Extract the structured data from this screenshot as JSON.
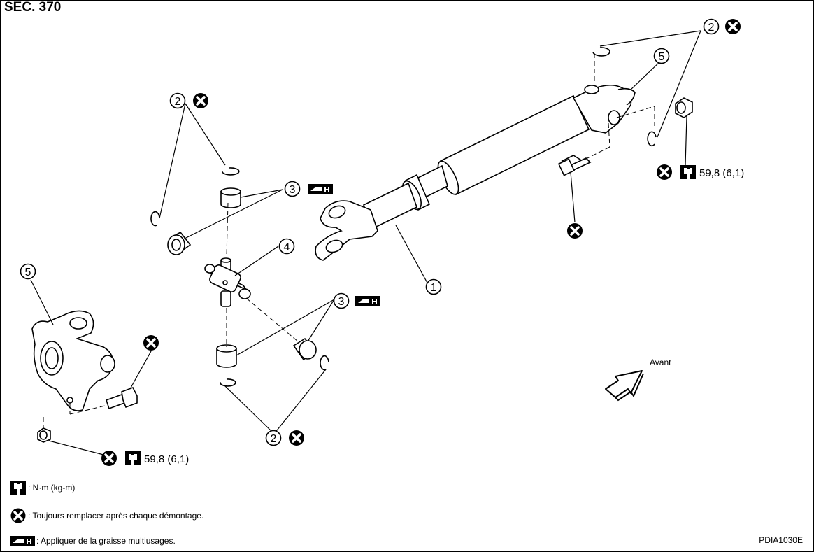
{
  "section_label": "SEC. 370",
  "figure_code": "PDIA1030E",
  "direction_label": "Avant",
  "callouts": {
    "n1": "1",
    "n2": "2",
    "n3": "3",
    "n4": "4",
    "n5": "5"
  },
  "torque_specs": {
    "upper": "59,8 (6,1)",
    "lower": "59,8 (6,1)"
  },
  "legend": [
    {
      "symbol": "torque-wrench-icon",
      "text": ": N·m (kg-m)"
    },
    {
      "symbol": "replace-x-icon",
      "text": ": Toujours remplacer après chaque démontage."
    },
    {
      "symbol": "grease-icon",
      "text": ": Appliquer de la graisse multiusages."
    }
  ],
  "colors": {
    "line": "#000000",
    "background": "#ffffff"
  }
}
